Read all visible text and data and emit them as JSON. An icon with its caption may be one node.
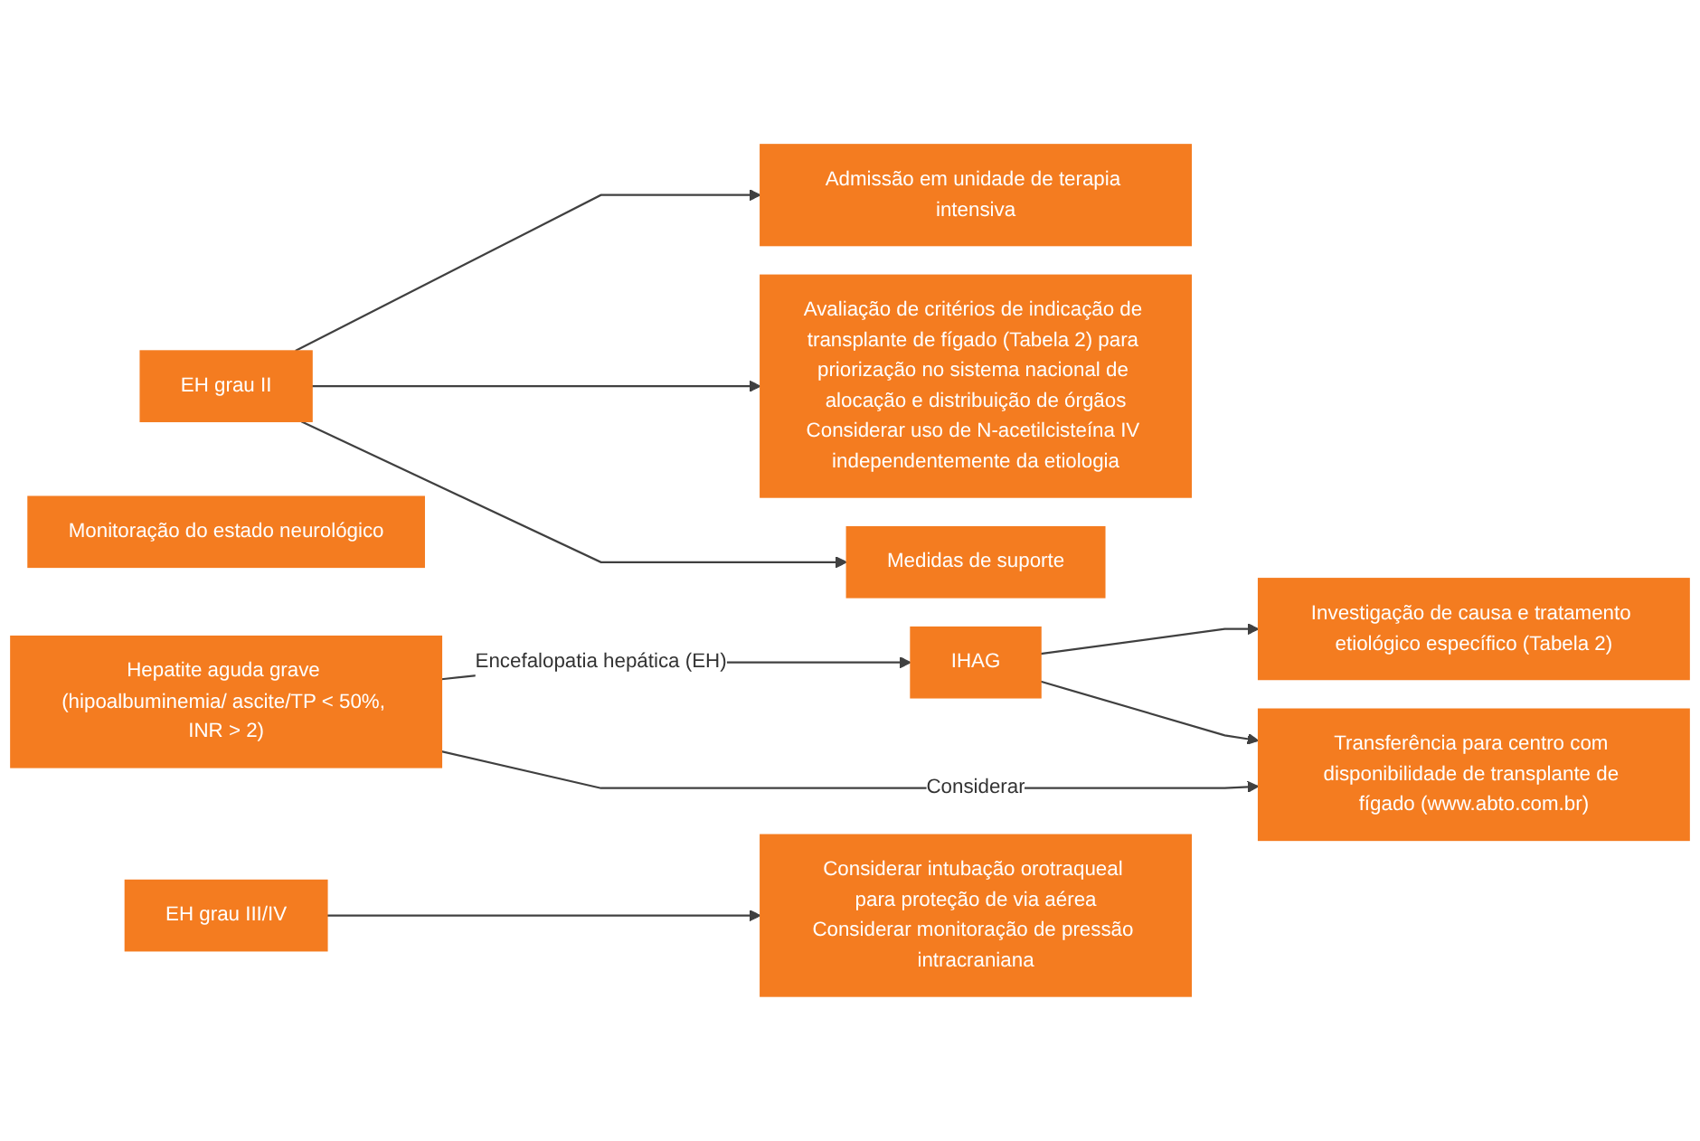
{
  "diagram": {
    "nodes": [
      {
        "text": [
          "Hepatite aguda grave (hipoalbuminemia/ ascite/TP < 50%, INR > 2)"
        ]
      },
      {
        "text": [
          "IHAG"
        ]
      },
      {
        "text": [
          "Investigação de causa e tratamento etiológico específico (Tabela 2)"
        ]
      },
      {
        "text": [
          "Transferência para centro com disponibilidade de transplante de fígado (www.abto.com.br)"
        ]
      },
      {
        "text": [
          "Monitoração do estado neurológico"
        ]
      },
      {
        "text": [
          "EH grau II"
        ]
      },
      {
        "text": [
          "Admissão em unidade de terapia intensiva"
        ]
      },
      {
        "text": [
          "Avaliação de critérios de indicação de transplante de fígado (Tabela 2) para priorização no sistema nacional de alocação e distribuição de órgãos",
          "Considerar uso de N-acetilcisteína IV independentemente da etiologia"
        ]
      },
      {
        "text": [
          "EH grau III/IV"
        ]
      },
      {
        "text": [
          "Considerar intubação orotraqueal para proteção de via aérea",
          "Considerar monitoração de pressão intracraniana"
        ]
      },
      {
        "text": [
          "Medidas de suporte"
        ]
      }
    ],
    "edges": [
      {
        "from": 0,
        "to": 1,
        "arrow": "to",
        "label": "Encefalopatia hepática (EH)"
      },
      {
        "from": 0,
        "to": 3,
        "arrow": "to",
        "label": "Considerar"
      },
      {
        "from": 1,
        "to": 2,
        "arrow": "to"
      },
      {
        "from": 1,
        "to": 3,
        "arrow": "to"
      },
      {
        "from": 5,
        "to": 6,
        "arrow": "to"
      },
      {
        "from": 5,
        "to": 7,
        "arrow": "to"
      },
      {
        "from": 5,
        "to": 10,
        "arrow": "to"
      },
      {
        "from": 8,
        "to": 9,
        "arrow": "to"
      }
    ]
  }
}
